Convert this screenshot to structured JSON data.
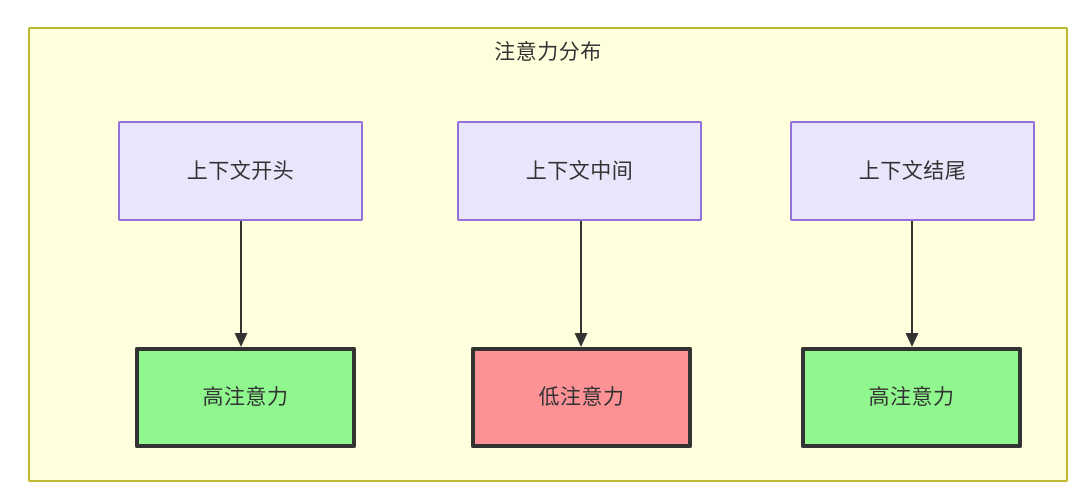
{
  "diagram": {
    "title": "注意力分布",
    "colors": {
      "container_fill": "#ffffdd",
      "container_border": "#bdb82e",
      "context_fill": "#e9e6fc",
      "context_border": "#9370db",
      "high_attention_fill": "#90f78f",
      "low_attention_fill": "#fc9296",
      "node_border_dark": "#333333",
      "text": "#333333",
      "edge": "#333333"
    },
    "context_nodes": [
      {
        "label": "上下文开头"
      },
      {
        "label": "上下文中间"
      },
      {
        "label": "上下文结尾"
      }
    ],
    "attention_nodes": [
      {
        "label": "高注意力",
        "level": "high"
      },
      {
        "label": "低注意力",
        "level": "low"
      },
      {
        "label": "高注意力",
        "level": "high"
      }
    ],
    "edges": [
      {
        "from": "上下文开头",
        "to": "高注意力",
        "label": ""
      },
      {
        "from": "上下文中间",
        "to": "低注意力",
        "label": ""
      },
      {
        "from": "上下文结尾",
        "to": "高注意力",
        "label": ""
      }
    ]
  }
}
